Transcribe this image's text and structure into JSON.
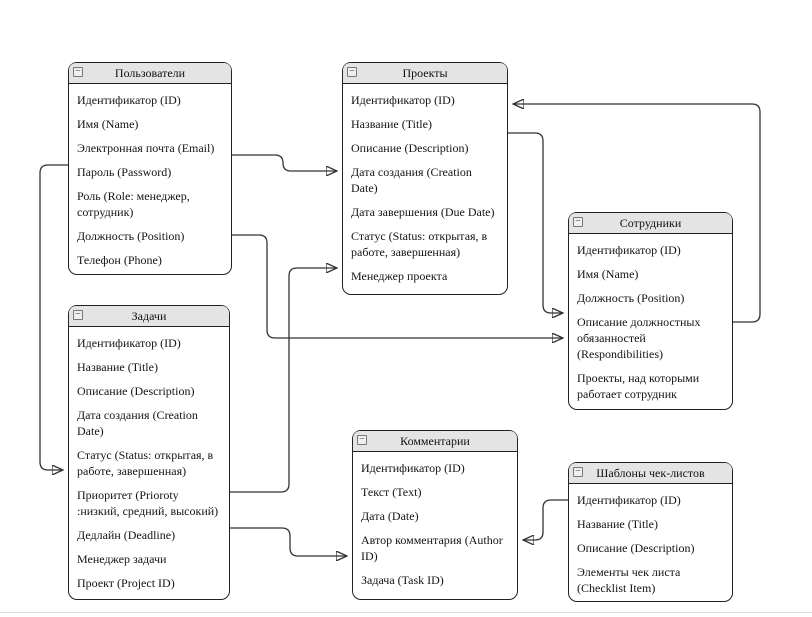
{
  "diagram": {
    "collapse_glyph": "−",
    "colors": {
      "header_bg": "#e4e4e4",
      "border": "#222222",
      "connector": "#333333",
      "divider": "#d9d9d9",
      "canvas_bg": "#ffffff"
    },
    "entities": [
      {
        "key": "users",
        "title": "Пользователи",
        "fields": [
          "Идентификатор (ID)",
          "Имя (Name)",
          "Электронная почта (Email)",
          "Пароль (Password)",
          "Роль (Role: менеджер,\nсотрудник)",
          "Должность (Position)",
          "Телефон (Phone)"
        ]
      },
      {
        "key": "projects",
        "title": "Проекты",
        "fields": [
          "Идентификатор (ID)",
          "Название (Title)",
          "Описание (Description)",
          "Дата создания (Creation\nDate)",
          "Дата завершения (Due Date)",
          "Статус (Status: открытая, в\nработе, завершенная)",
          "Менеджер проекта"
        ]
      },
      {
        "key": "employees",
        "title": "Сотрудники",
        "fields": [
          "Идентификатор (ID)",
          "Имя (Name)",
          "Должность (Position)",
          "Описание должностных\nобязанностей\n(Respondibilities)",
          "Проекты, над которыми\nработает сотрудник"
        ]
      },
      {
        "key": "tasks",
        "title": "Задачи",
        "fields": [
          "Идентификатор (ID)",
          "Название (Title)",
          "Описание (Description)",
          "Дата создания (Creation\nDate)",
          "Статус (Status: открытая, в\nработе, завершенная)",
          "Приоритет (Prioroty\n:низкий, средний, высокий)",
          "Дедлайн (Deadline)",
          "Менеджер задачи",
          "Проект (Project ID)"
        ]
      },
      {
        "key": "comments",
        "title": "Комментарии",
        "fields": [
          "Идентификатор (ID)",
          "Текст (Text)",
          "Дата (Date)",
          "Автор комментария (Author\nID)",
          "Задача (Task ID)"
        ]
      },
      {
        "key": "templates",
        "title": "Шаблоны чек-листов",
        "fields": [
          "Идентификатор (ID)",
          "Название (Title)",
          "Описание (Description)",
          "Элементы чек листа\n(Checklist Item)"
        ]
      }
    ]
  }
}
